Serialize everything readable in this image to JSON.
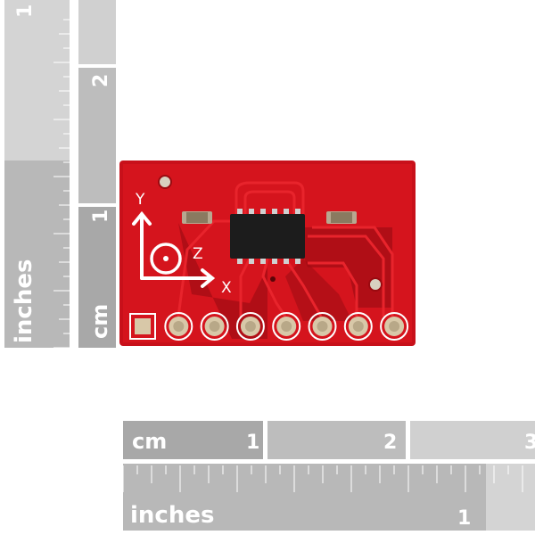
{
  "rulers": {
    "vertical": {
      "inch_label": "inches",
      "cm_label": "cm",
      "inch_marks": [
        "1"
      ],
      "cm_marks": [
        "1",
        "2"
      ]
    },
    "horizontal": {
      "inch_label": "inches",
      "cm_label": "cm",
      "inch_marks": [
        "1"
      ],
      "cm_marks": [
        "1",
        "2",
        "3"
      ]
    }
  },
  "board": {
    "axis_labels": {
      "y": "Y",
      "z": "Z",
      "x": "X"
    },
    "pin_count": 8,
    "colors": {
      "pcb": "#c8101a",
      "trace": "#e01a22",
      "copper_dark": "#8a0a10",
      "pad": "#d8c8a8",
      "chip": "#1c1c1c"
    }
  }
}
